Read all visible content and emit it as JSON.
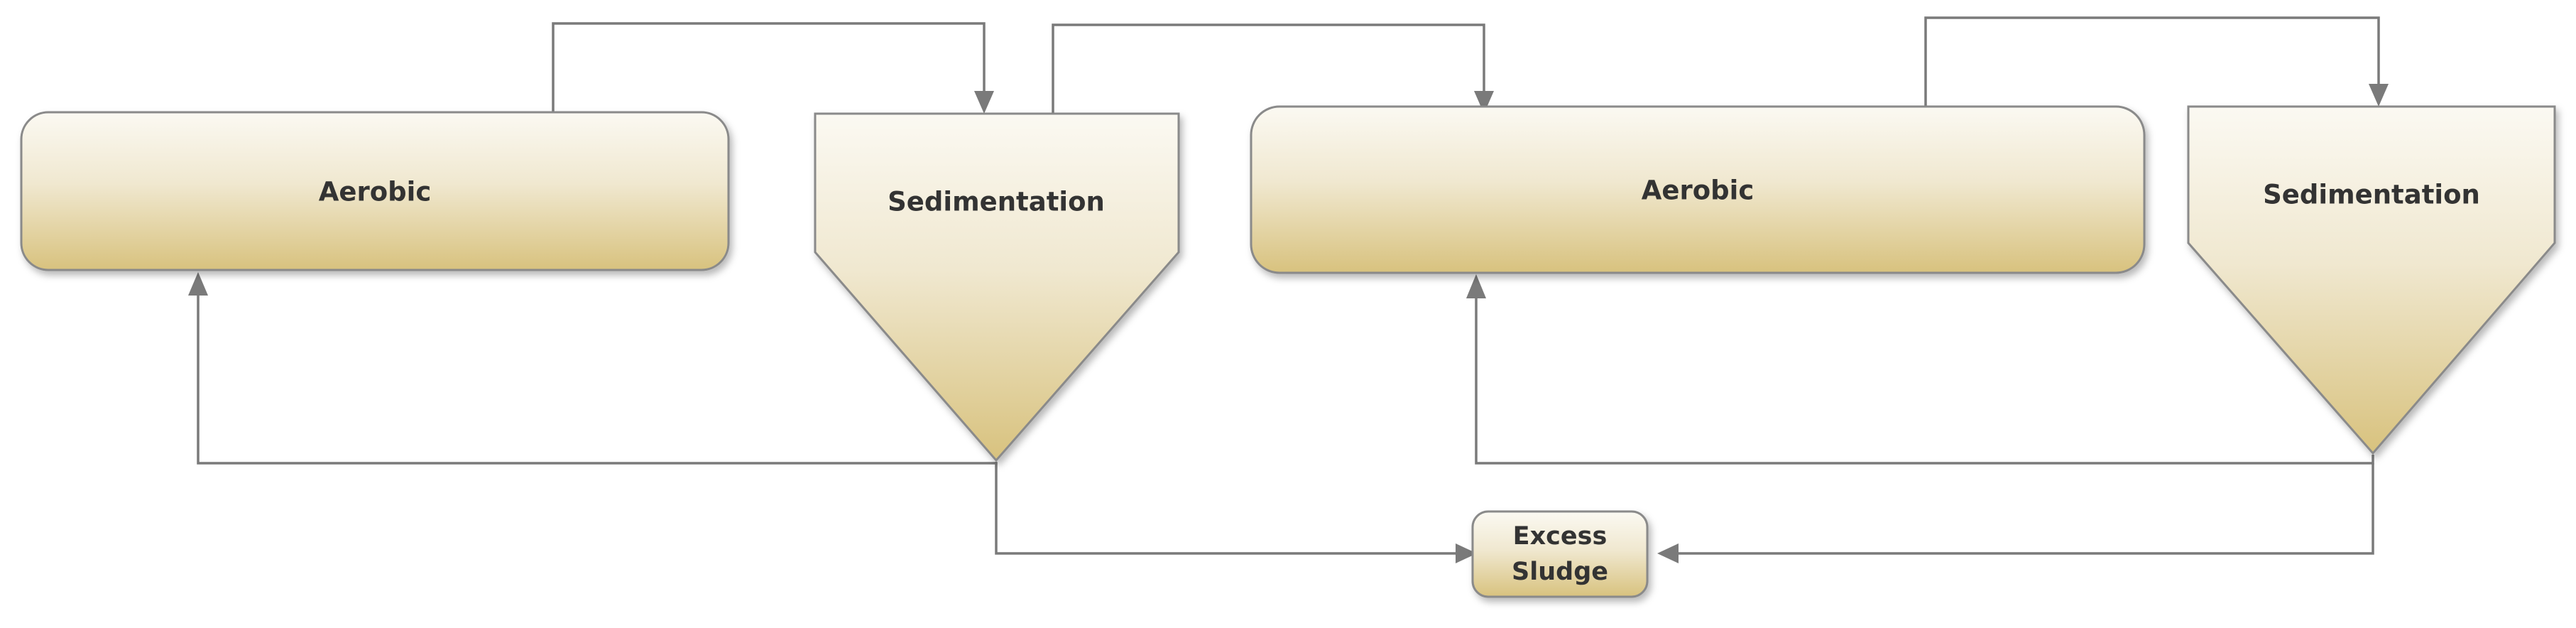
{
  "diagram": {
    "nodes": {
      "aerobic_1": "Aerobic",
      "sedimentation_1": "Sedimentation",
      "aerobic_2": "Aerobic",
      "sedimentation_2": "Sedimentation",
      "excess_sludge_line1": "Excess",
      "excess_sludge_line2": "Sludge"
    }
  },
  "colors": {
    "fill_top": "#fbf9f2",
    "fill_bottom": "#d8c27e",
    "stroke": "#8a8a8a",
    "connector": "#7a7a7a",
    "text": "#333333"
  }
}
